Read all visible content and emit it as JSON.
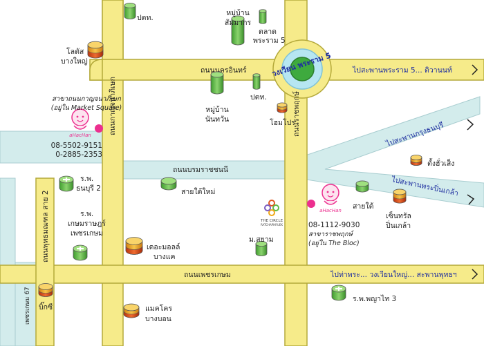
{
  "roads": {
    "kanchanaphisek": "ถนนกาญจนาภิเษก",
    "nakhon_in": "ถนนนครอินทร์",
    "ratchaphruek": "ถนนราชพฤกษ์",
    "borommaratchachonnani": "ถนนบรมราชชนนี",
    "phetkasem": "ถนนเพชรเกษม",
    "phutthamonthon_sai2": "ถนนพุทธมณฑล สาย 2",
    "phetkasem_67": "เพชรเกษม 67"
  },
  "directions": {
    "rama5_tiwanon": "ไปสะพานพระราม 5... ติวานนท์",
    "krungthon": "ไปสะพานกรุงธนบุรี",
    "pinklao": "ไปสะพานพระปิ่นเกล้า",
    "tha_phra": "ไปท่าพระ... วงเวียนใหญ่... สะพานพุทธฯ"
  },
  "roundabout": "วงเวียน พระราม 5",
  "landmarks": {
    "ptt_top": "ปตท.",
    "moo_ban_sammakorn_1": "หมู่บ้าน",
    "moo_ban_sammakorn_2": "สัมมากร",
    "talad_rama5_1": "ตลาด",
    "talad_rama5_2": "พระราม 5",
    "lotus_1": "โลตัส",
    "lotus_2": "บางใหญ่",
    "moo_ban_nanthawan_1": "หมู่บ้าน",
    "moo_ban_nanthawan_2": "นันทวัน",
    "ptt_mid": "ปตท.",
    "homepro": "โฮมโปร",
    "tang_hua_seng": "ตั้งฮั่วเส็ง",
    "sai_tai_mai": "สายใต้ใหม่",
    "sai_tai": "สายใต้",
    "central_1": "เซ็นทรัล",
    "central_2": "ปิ่นเกล้า",
    "hosp_thonburi2_1": "ร.พ.",
    "hosp_thonburi2_2": "ธนบุรี 2",
    "hosp_kasemrat_1": "ร.พ.",
    "hosp_kasemrat_2": "เกษมราษฎร์",
    "hosp_kasemrat_3": "เพชรเกษม",
    "the_mall_1": "เดอะมอลล์",
    "the_mall_2": "บางแค",
    "m_siam": "ม.สยาม",
    "the_circle_1": "THE CIRCLE",
    "the_circle_2": "RATCHAPHRUEK",
    "big_c": "บิ๊กซี",
    "makro_1": "แมคโคร",
    "makro_2": "บางบอน",
    "hosp_phyathai3": "ร.พ.พญาไท 3"
  },
  "branches": {
    "market_square": {
      "name": "สาขาถนนกาญจนาภิเษก",
      "note": "(อยู่ใน Market Square)",
      "phone1": "08-5502-9151",
      "phone2": "0-2885-2353",
      "logo_text": "aHacHan"
    },
    "the_bloc": {
      "phone": "08-1112-9030",
      "name": "สาขาราชพฤกษ์",
      "note": "(อยู่ใน The Bloc)",
      "logo_text": "aHacHan"
    }
  },
  "colors": {
    "road_fill": "#f6eb8a",
    "road_edge": "#b4a93a",
    "connector": "#d3ecec",
    "pin": "#ec2f8f",
    "link_blue": "#1f2fa0",
    "green_marker": "#5fba46",
    "orange_marker": "#f0a817",
    "red_marker": "#e0561f",
    "roundabout_green": "#3eaa3e"
  }
}
